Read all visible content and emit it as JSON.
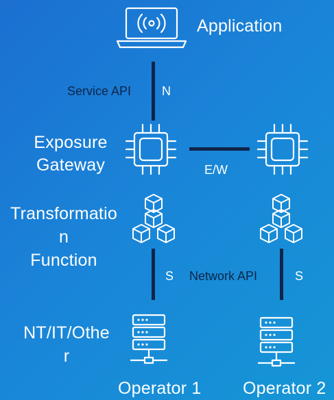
{
  "colors": {
    "background_start": "#1b6fd0",
    "background_end": "#1596d6",
    "connector": "#0f2548",
    "text": "#ffffff",
    "label_dark": "#0f2548"
  },
  "icons": {
    "application": "laptop-broadcast-icon",
    "gateway": "chip-icon",
    "transformation": "cubes-icon",
    "network": "server-rack-icon"
  },
  "nodes": {
    "application": "Application",
    "exposure_gateway": [
      "Exposure",
      "Gateway"
    ],
    "transformation_function": [
      "Transformatio",
      "n",
      "Function"
    ],
    "nt_it_other": [
      "NT/IT/Othe",
      "r"
    ],
    "operator_1": "Operator 1",
    "operator_2": "Operator 2"
  },
  "connectors": {
    "service_api": "Service API",
    "n": "N",
    "e_w": "E/W",
    "s_left": "S",
    "network_api": "Network API",
    "s_right": "S"
  }
}
